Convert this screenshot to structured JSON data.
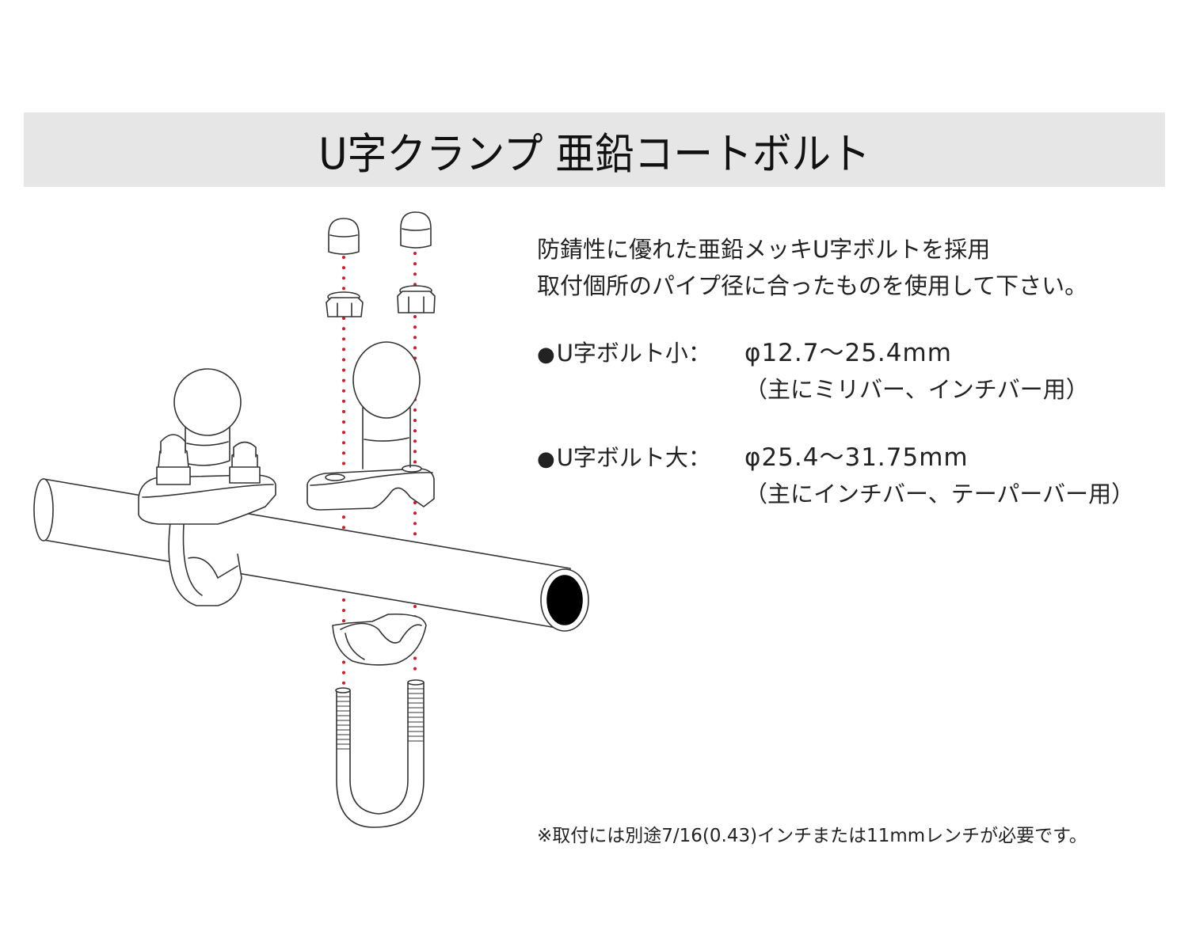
{
  "title": "U字クランプ 亜鉛コートボルト",
  "intro": {
    "line1": "防錆性に優れた亜鉛メッキU字ボルトを採用",
    "line2": "取付個所のパイプ径に合ったものを使用して下さい。"
  },
  "specs": [
    {
      "bullet": "●",
      "label": "U字ボルト小：",
      "value": "φ12.7～25.4mm",
      "note": "（主にミリバー、インチバー用）"
    },
    {
      "bullet": "●",
      "label": "U字ボルト大：",
      "value": "φ25.4～31.75mm",
      "note": "（主にインチバー、テーパーバー用）"
    }
  ],
  "footnote": "※取付には別途7/16(0.43)インチまたは11mmレンチが必要です。",
  "colors": {
    "title_bar_bg": "#e6e6e6",
    "text": "#1a1a1a",
    "guide_dots": "#cc1f2a",
    "line_art": "#333333"
  },
  "illustration": {
    "parts": [
      "acorn-cap-nut",
      "acorn-cap-nut",
      "hex-lock-nut",
      "hex-lock-nut",
      "ball-mount-base",
      "pipe-bar",
      "saddle-clamp",
      "u-bolt",
      "assembled-u-clamp-mount"
    ]
  }
}
